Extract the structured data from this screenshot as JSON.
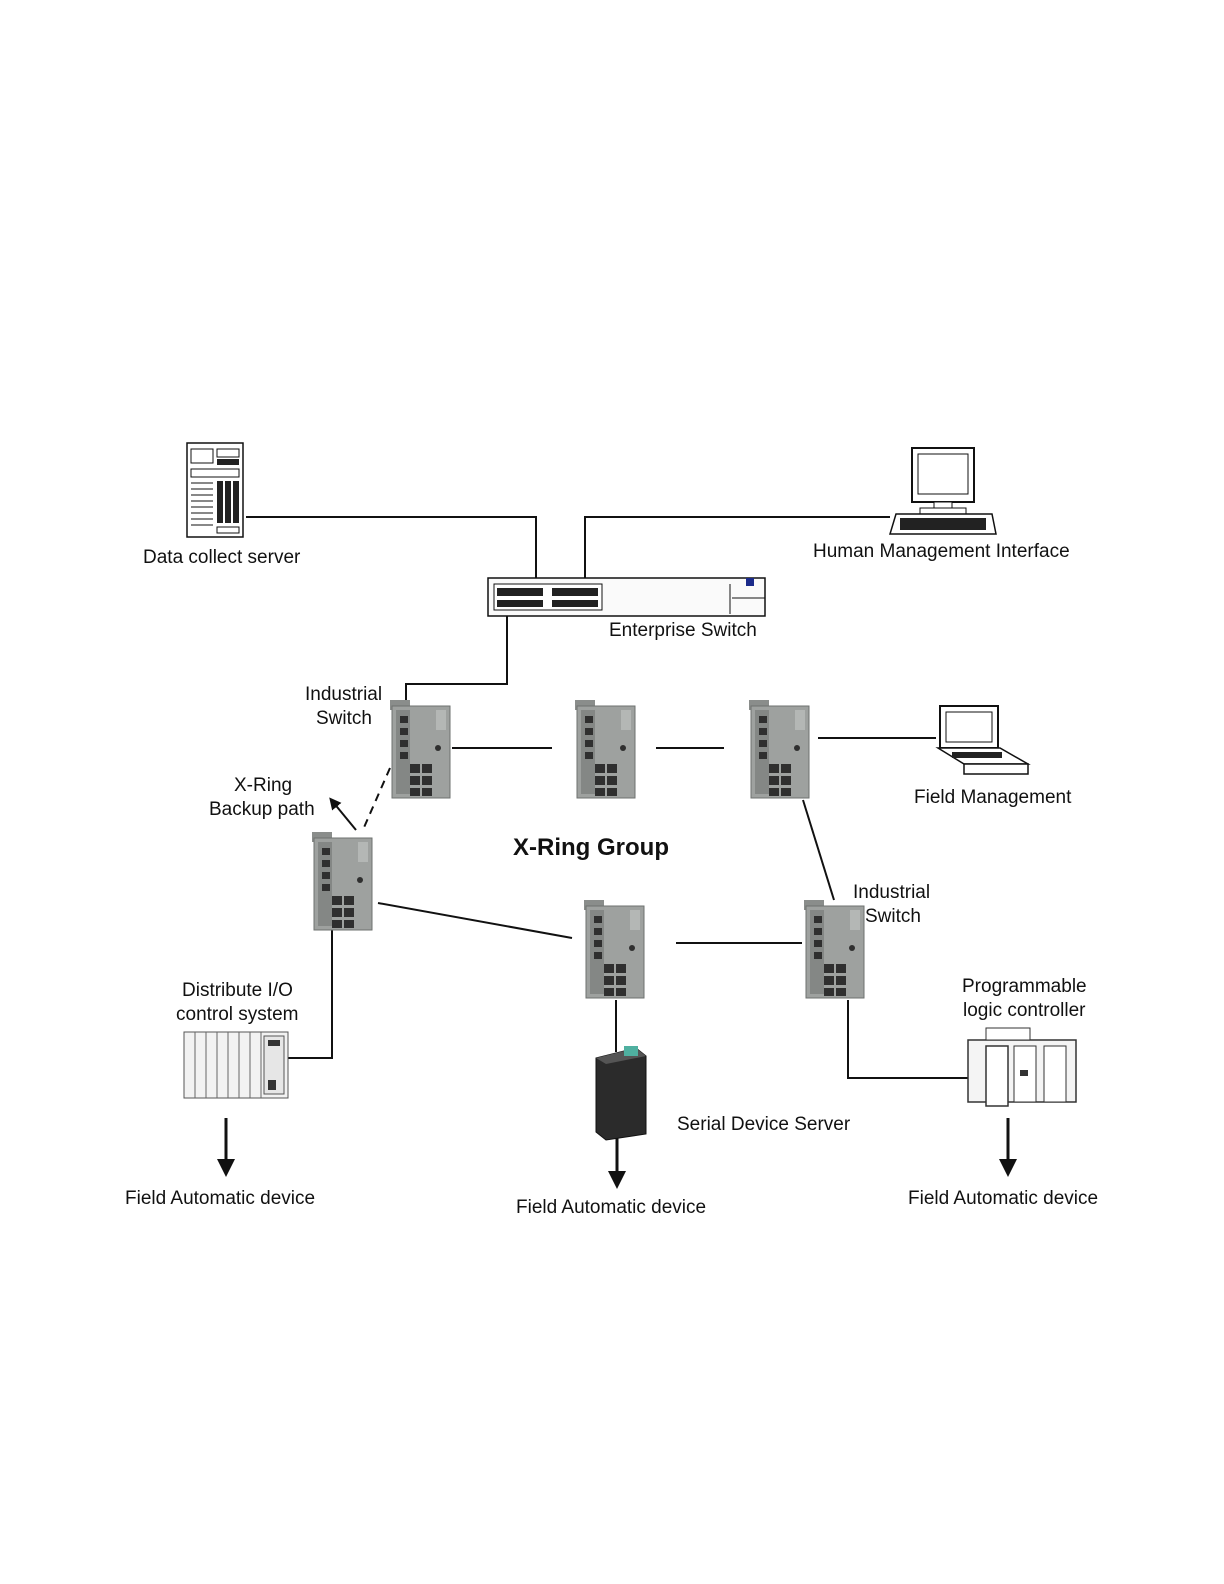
{
  "diagram": {
    "group_title": "X-Ring Group",
    "labels": {
      "data_collect_server": "Data collect server",
      "human_management_interface": "Human Management Interface",
      "enterprise_switch": "Enterprise Switch",
      "industrial_switch_top_line1": "Industrial",
      "industrial_switch_top_line2": "Switch",
      "xring_backup_line1": "X-Ring",
      "xring_backup_line2": "Backup path",
      "field_management": "Field Management",
      "industrial_switch_right_line1": "Industrial",
      "industrial_switch_right_line2": "Switch",
      "distribute_io_line1": "Distribute I/O",
      "distribute_io_line2": "control system",
      "plc_line1": "Programmable",
      "plc_line2": "logic controller",
      "serial_device_server": "Serial Device Server",
      "field_device_left": "Field Automatic device",
      "field_device_center": "Field Automatic device",
      "field_device_right": "Field Automatic device"
    },
    "colors": {
      "line": "#111111",
      "switch_body": "#9a9d9b",
      "switch_dark": "#3a3a3a",
      "serial_body": "#2b2b2b",
      "serial_accent": "#4fb0a0"
    }
  }
}
